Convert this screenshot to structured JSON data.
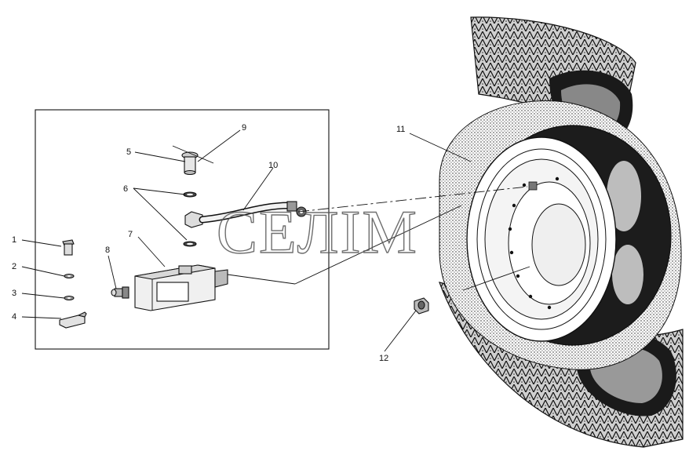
{
  "watermark": "СЕЛІМ",
  "callouts": [
    {
      "id": "c1",
      "label": "1"
    },
    {
      "id": "c2",
      "label": "2"
    },
    {
      "id": "c3",
      "label": "3"
    },
    {
      "id": "c4",
      "label": "4"
    },
    {
      "id": "c5",
      "label": "5"
    },
    {
      "id": "c6",
      "label": "6"
    },
    {
      "id": "c7",
      "label": "7"
    },
    {
      "id": "c8",
      "label": "8"
    },
    {
      "id": "c9",
      "label": "9"
    },
    {
      "id": "c10",
      "label": "10"
    },
    {
      "id": "c11",
      "label": "11"
    },
    {
      "id": "c12",
      "label": "12"
    }
  ]
}
